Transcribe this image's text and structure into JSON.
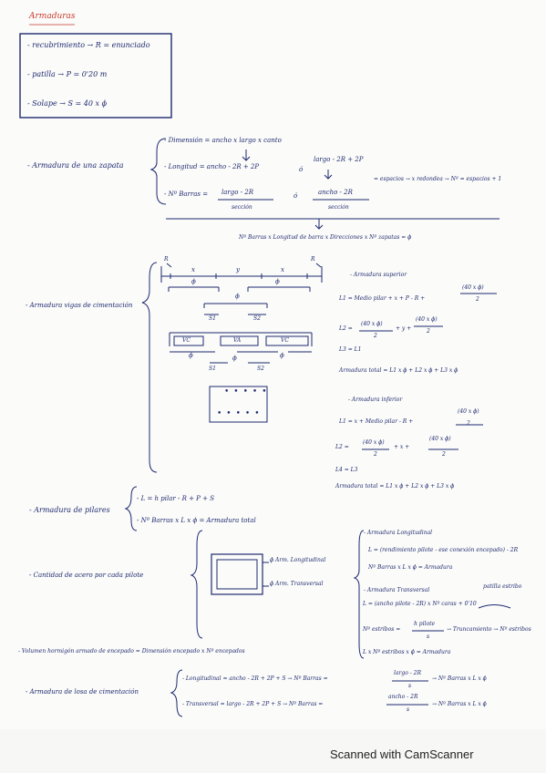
{
  "title": "Armaduras",
  "box": {
    "l1": "- recubrimiento → R = enunciado",
    "l2": "- patilla → P = 0'20 m",
    "l3": "- Solape → S = 40 x ϕ"
  },
  "zapata": {
    "label": "- Armadura de una zapata",
    "dim": "- Dimensión = ancho x largo x canto",
    "long_a": "- Longitud = ancho - 2R + 2P",
    "o1": "ó",
    "long_b": "largo - 2R + 2P",
    "nb": "- Nº Barras =",
    "nb_num1": "largo - 2R",
    "nb_den1": "sección",
    "o2": "ó",
    "nb_num2": "ancho - 2R",
    "nb_den2": "sección",
    "esp": "= espacios → x redondea → Nº = espacios + 1",
    "result": "Nº Barras x Longitud de barra x Direcciones x Nº zapatas = ϕ"
  },
  "vigas": {
    "label": "- Armadura vigas de cimentación",
    "d_r": "R",
    "d_x": "x",
    "d_y": "y",
    "d_phi": "ϕ",
    "d_s1": "S1",
    "d_s2": "S2",
    "d_vc": "VC",
    "d_va": "VA",
    "sup_title": "- Armadura superior",
    "sup_l1": "L1 = Medio pilar + x + P - R +",
    "sup_l1_frac": "(40 x ϕ)",
    "sup_l2": "L2 =",
    "sup_l2_frac": "(40 x ϕ)",
    "sup_l2_mid": "+ y +",
    "sup_l3": "L3 = L1",
    "sup_tot": "Armadura total = L1 x ϕ + L2 x ϕ + L3 x ϕ",
    "inf_title": "- Armadura inferior",
    "inf_l1": "L1 = x + Medio pilar - R +",
    "inf_l1_frac": "(40 x ϕ)",
    "inf_l2": "L2 =",
    "inf_l2_mid": "+ x +",
    "inf_l3": "L4 = L3",
    "inf_tot": "Armadura total = L1 x ϕ + L2 x ϕ + L3 x ϕ",
    "two": "2"
  },
  "pilares": {
    "label": "- Armadura de pilares",
    "l1": "- L = h pilar - R + P + S",
    "l2": "- Nº Barras x L x ϕ = Armadura total"
  },
  "cantidad": {
    "label": "- Cantidad de acero por cada pilote",
    "a1": "ϕ Arm. Longitudinal",
    "a2": "ϕ Arm. Transversal",
    "long_title": "- Armadura Longitudinal",
    "long_l1": "L = (rendimiento pilote - ese conexión encepado) - 2R",
    "long_l2": "Nº Barras x L x ϕ = Armadura",
    "trans_title": "- Armadura Transversal",
    "trans_patilla": "patilla estribo",
    "trans_l1": "L = (ancho pilote - 2R) x Nº caras + 0'10",
    "trans_l2": "Nº estribos =",
    "trans_l2_num": "h pilote",
    "trans_l2_den": "s",
    "trans_l2_end": "→ Truncamiento → Nº estribos",
    "trans_l3": "L x Nº estribos x ϕ = Armadura"
  },
  "volumen": {
    "label": "- Volumen hormigón armado de encepado = Dimensión encepado x Nº encepados"
  },
  "losa": {
    "label": "- Armadura de losa de cimentación",
    "l1": "- Longitudinal = ancho - 2R + 2P + S → Nº Barras =",
    "l1_num": "largo - 2R",
    "l1_den": "s",
    "l1_end": "→ Nº Barras x L x ϕ",
    "l2": "- Transversal = largo - 2R + 2P + S → Nº Barras =",
    "l2_num": "ancho - 2R",
    "l2_den": "s",
    "l2_end": "→ Nº Barras x L x ϕ"
  },
  "footer": "Scanned with CamScanner"
}
